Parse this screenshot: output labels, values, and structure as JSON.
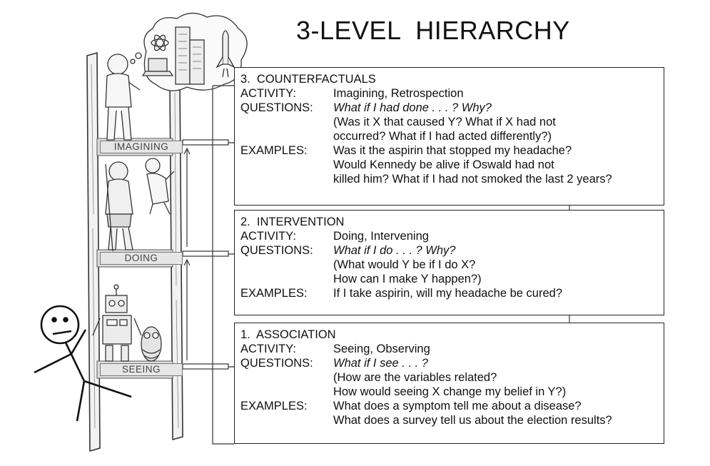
{
  "title": "3-LEVEL  HIERARCHY",
  "ladder": {
    "rungs": [
      "IMAGINING",
      "DOING",
      "SEEING"
    ]
  },
  "levels": [
    {
      "heading": "3.  COUNTERFACTUALS",
      "activity_label": "ACTIVITY:",
      "activity": "Imagining, Retrospection",
      "questions_label": "QUESTIONS:",
      "question_main": "What if I had done . . . ? Why?",
      "question_detail": [
        "(Was it X that caused Y? What if X had not",
        "occurred? What if I had acted differently?)"
      ],
      "examples_label": "EXAMPLES:",
      "examples": [
        "Was it the aspirin that stopped my headache?",
        "Would Kennedy be alive if Oswald had not",
        "killed him? What if I had not smoked the last 2 years?"
      ]
    },
    {
      "heading": "2.  INTERVENTION",
      "activity_label": "ACTIVITY:",
      "activity": "Doing, Intervening",
      "questions_label": "QUESTIONS:",
      "question_main": "What if I do . . . ? Why?",
      "question_detail": [
        "(What would Y be if I do X?",
        "How can I make Y happen?)"
      ],
      "examples_label": "EXAMPLES:",
      "examples": [
        "If I take aspirin, will my headache be cured?"
      ]
    },
    {
      "heading": "1.  ASSOCIATION",
      "activity_label": "ACTIVITY:",
      "activity": "Seeing, Observing",
      "questions_label": "QUESTIONS:",
      "question_main": "What if I see . . . ?",
      "question_detail": [
        "(How are the variables related?",
        "How would seeing X change my belief in Y?)"
      ],
      "examples_label": "EXAMPLES:",
      "examples": [
        "What does a symptom tell me about a disease?",
        "What does a survey tell us about the election results?"
      ]
    }
  ]
}
